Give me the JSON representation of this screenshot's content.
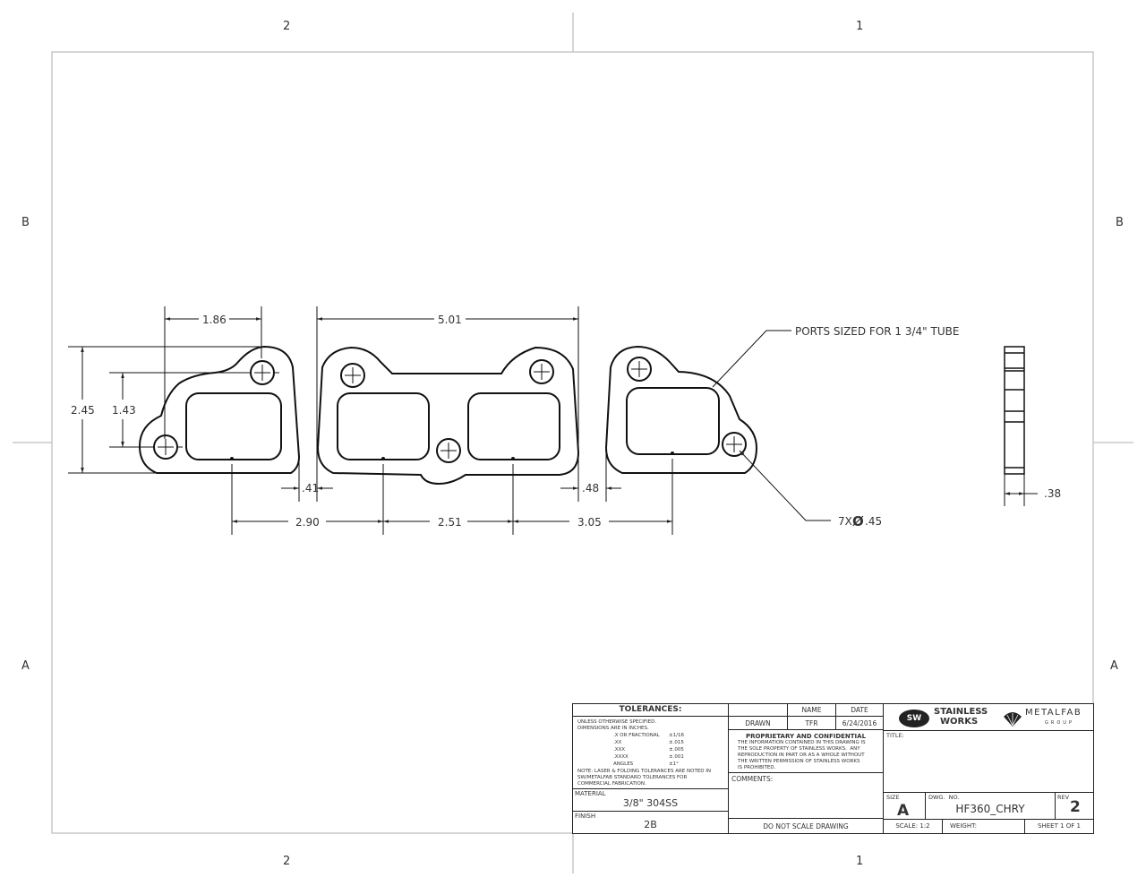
{
  "zones": {
    "top": [
      "2",
      "1"
    ],
    "bottom": [
      "2",
      "1"
    ],
    "left": [
      "B",
      "A"
    ],
    "right": [
      "B",
      "A"
    ]
  },
  "drawing": {
    "dimensions": {
      "left_hole_spacing": "1.86",
      "center_hole_spacing": "5.01",
      "overall_height": "2.45",
      "hole_vertical_offset": "1.43",
      "gap_left": ".41",
      "gap_right": ".48",
      "port_spacing_1": "2.90",
      "port_spacing_2": "2.51",
      "port_spacing_3": "3.05",
      "thickness": ".38"
    },
    "notes": {
      "ports": "PORTS SIZED FOR 1 3/4\" TUBE",
      "holes_prefix": "7X",
      "holes_symbol": "Ø",
      "holes_size": ".45"
    }
  },
  "title_block": {
    "tolerances": {
      "header": "TOLERANCES:",
      "line1": "UNLESS OTHERWISE SPECIFIED.",
      "line2": "DIMENSIONS ARE IN INCHES.",
      "rows": [
        {
          "label": ".X OR FRACTIONAL",
          "value": "±1/16"
        },
        {
          "label": ".XX",
          "value": "±.015"
        },
        {
          "label": ".XXX",
          "value": "±.005"
        },
        {
          "label": ".XXXX",
          "value": "±.001"
        },
        {
          "label": "ANGLES",
          "value": "±1°"
        }
      ],
      "note1": "NOTE: LASER & FOLDING TOLERANCES ARE NOTED IN",
      "note2": "SW/METALFAB STANDARD TOLERANCES FOR",
      "note3": "COMMERCIAL FABRICATION."
    },
    "material_label": "MATERIAL",
    "material": "3/8\" 304SS",
    "finish_label": "FINISH",
    "finish": "2B",
    "name_header": "NAME",
    "date_header": "DATE",
    "drawn_label": "DRAWN",
    "drawn_name": "TFR",
    "drawn_date": "6/24/2016",
    "proprietary": {
      "title": "PROPRIETARY AND CONFIDENTIAL",
      "line1": "THE INFORMATION CONTAINED IN THIS DRAWING IS",
      "line2": "THE SOLE PROPERTY OF STAINLESS WORKS.  ANY",
      "line3": "REPRODUCTION IN PART OR AS A WHOLE WITHOUT",
      "line4": "THE WRITTEN PERMISSION OF STAINLESS WORKS",
      "line5": "IS PROHIBITED."
    },
    "comments_label": "COMMENTS:",
    "do_not_scale": "DO NOT SCALE DRAWING",
    "logo_sw_badge": "SW",
    "logo_sw_line1": "STAINLESS",
    "logo_sw_line2": "WORKS",
    "logo_mf_line1": "METALFAB",
    "logo_mf_line2": "GROUP",
    "title_label": "TITLE:",
    "size_label": "SIZE",
    "size": "A",
    "dwg_no_label": "DWG.  NO.",
    "dwg_no": "HF360_CHRY",
    "rev_label": "REV",
    "rev": "2",
    "scale": "SCALE: 1:2",
    "weight": "WEIGHT:",
    "sheet": "SHEET 1 OF 1"
  }
}
